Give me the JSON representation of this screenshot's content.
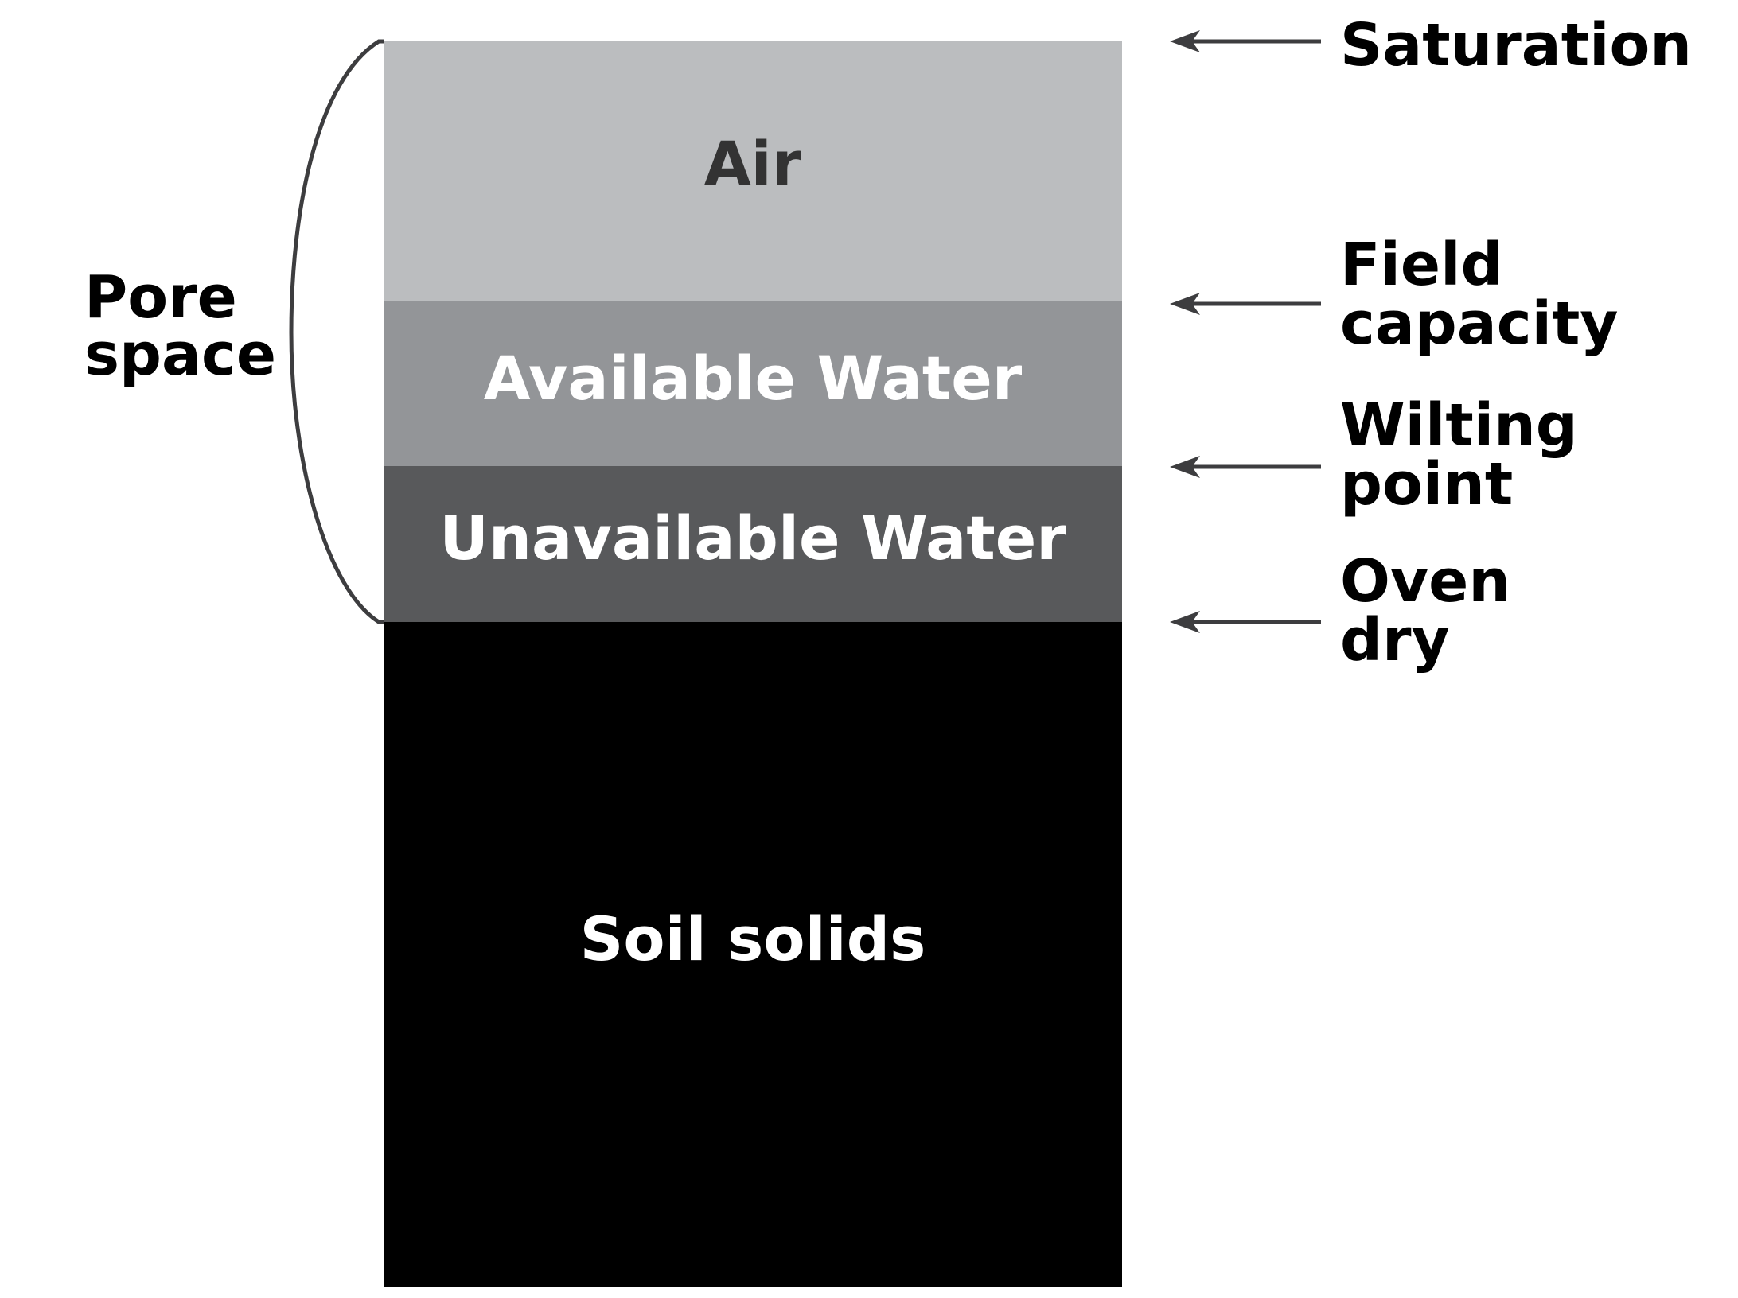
{
  "layers": [
    {
      "key": "air",
      "label": "Air",
      "fill": "#bbbdbf",
      "text_color": "#333333"
    },
    {
      "key": "available",
      "label": "Available Water",
      "fill": "#939598",
      "text_color": "#ffffff"
    },
    {
      "key": "unavailable",
      "label": "Unavailable Water",
      "fill": "#58595b",
      "text_color": "#ffffff"
    },
    {
      "key": "solids",
      "label": "Soil solids",
      "fill": "#000000",
      "text_color": "#ffffff"
    }
  ],
  "pore_space": {
    "line1": "Pore",
    "line2": "space",
    "bracket_color": "#3d3d3f"
  },
  "levels": [
    {
      "lines": [
        "Saturation"
      ]
    },
    {
      "lines": [
        "Field",
        "capacity"
      ]
    },
    {
      "lines": [
        "Wilting",
        "point"
      ]
    },
    {
      "lines": [
        "Oven",
        "dry"
      ]
    }
  ],
  "arrow_color": "#3d3d3f"
}
